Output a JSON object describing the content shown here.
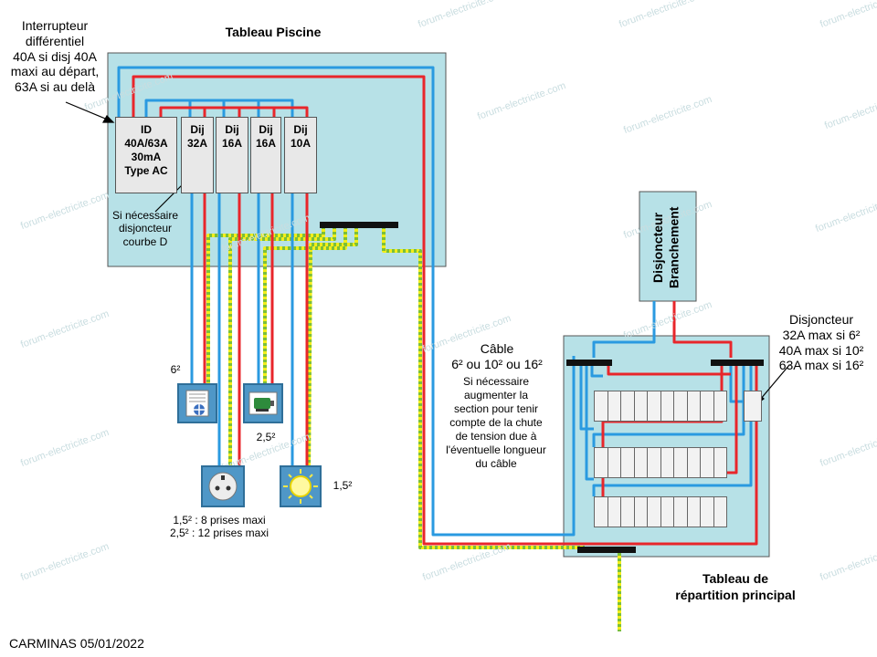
{
  "titles": {
    "pool_panel": "Tableau Piscine",
    "main_panel_line1": "Tableau de",
    "main_panel_line2": "répartition principal"
  },
  "labels": {
    "id_note": [
      "Interrupteur",
      "différentiel",
      "40A si disj 40A",
      "maxi au départ,",
      "63A si au delà"
    ],
    "curve_note": [
      "Si nécessaire",
      "disjoncteur",
      "courbe D"
    ],
    "cable_title": [
      "Câble",
      "6² ou 10² ou 16²"
    ],
    "cable_note": [
      "Si nécessaire",
      "augmenter la",
      "section pour tenir",
      "compte de la chute",
      "de tension due à",
      "l'éventuelle longueur",
      "du câble"
    ],
    "breaker_note": [
      "Disjoncteur",
      "32A max si 6²",
      "40A max si 10²",
      "63A max si 16²"
    ],
    "branchement": [
      "Disjoncteur",
      "Branchement"
    ],
    "section_6": "6²",
    "section_25": "2,5²",
    "section_15": "1,5²",
    "sockets_note": [
      "1,5² : 8 prises maxi",
      "2,5² : 12 prises maxi"
    ],
    "author": "CARMINAS 05/01/2022",
    "watermark": "forum-electricite.com"
  },
  "breakers": {
    "id": [
      "ID",
      "40A/63A",
      "30mA",
      "Type AC"
    ],
    "dij1": [
      "Dij",
      "32A"
    ],
    "dij2": [
      "Dij",
      "16A"
    ],
    "dij3": [
      "Dij",
      "16A"
    ],
    "dij4": [
      "Dij",
      "10A"
    ]
  },
  "icons": {
    "heater": "heater-icon",
    "pump": "pump-motor-icon",
    "socket": "socket-icon",
    "light": "light-bulb-icon"
  },
  "colors": {
    "panel_fill": "#b7e1e7",
    "phase": "#e8262b",
    "neutral": "#2a9ae0",
    "earth": "#f3ee1a",
    "earth_stripe": "#7bbf3a",
    "busbar": "#111111"
  }
}
